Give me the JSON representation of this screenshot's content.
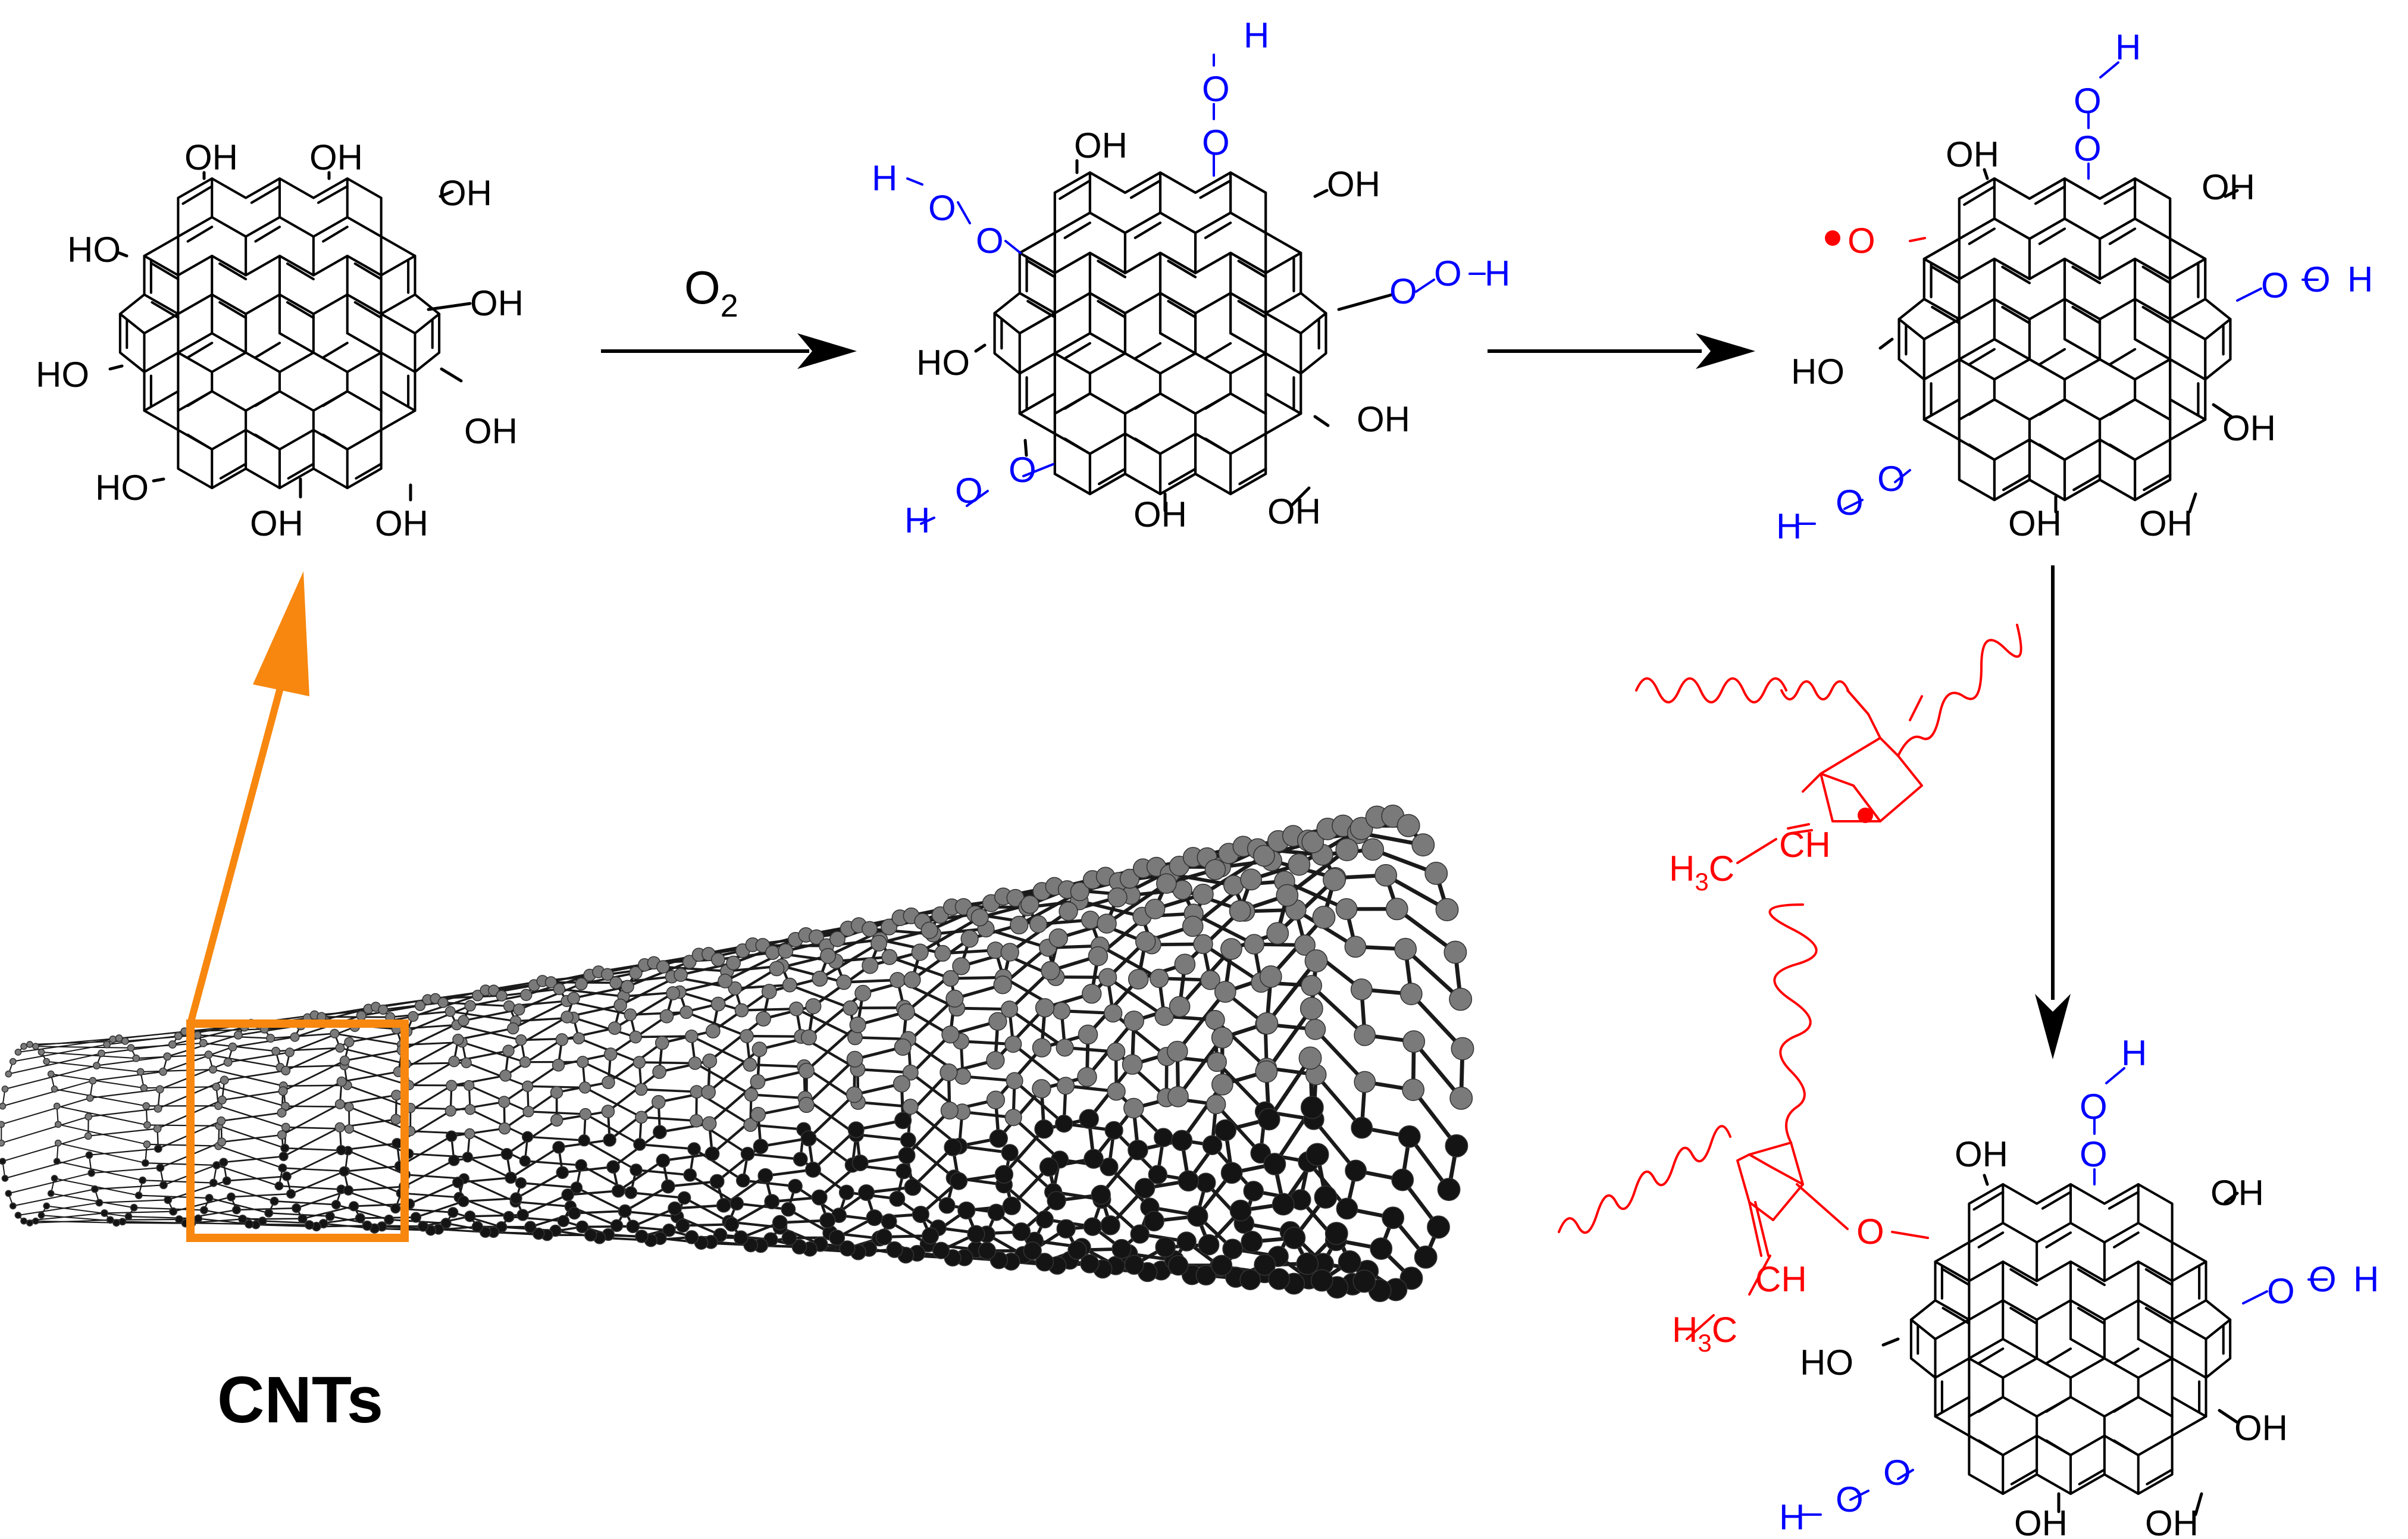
{
  "colors": {
    "black": "#000000",
    "blue": "#0000ff",
    "red": "#ff0000",
    "orange": "#f7870f",
    "atom_gray": "#7a7a7a",
    "atom_dark": "#141414"
  },
  "labels": {
    "oh": "OH",
    "ho": "HO",
    "h": "H",
    "o": "O",
    "radical": "•",
    "o2_main": "O",
    "o2_sub": "2",
    "cnt": "CNTs",
    "ch": "CH",
    "h3c_h": "H",
    "h3c_sub": "3",
    "h3c_c": "C"
  },
  "icons": {
    "nanotube": "carbon-nanotube-ball-and-stick",
    "graphene": "graphene-sheet-hexagonal-lattice",
    "wavy_chain": "polymer-chain",
    "norbornene": "ethylidene-norbornene-ring"
  }
}
